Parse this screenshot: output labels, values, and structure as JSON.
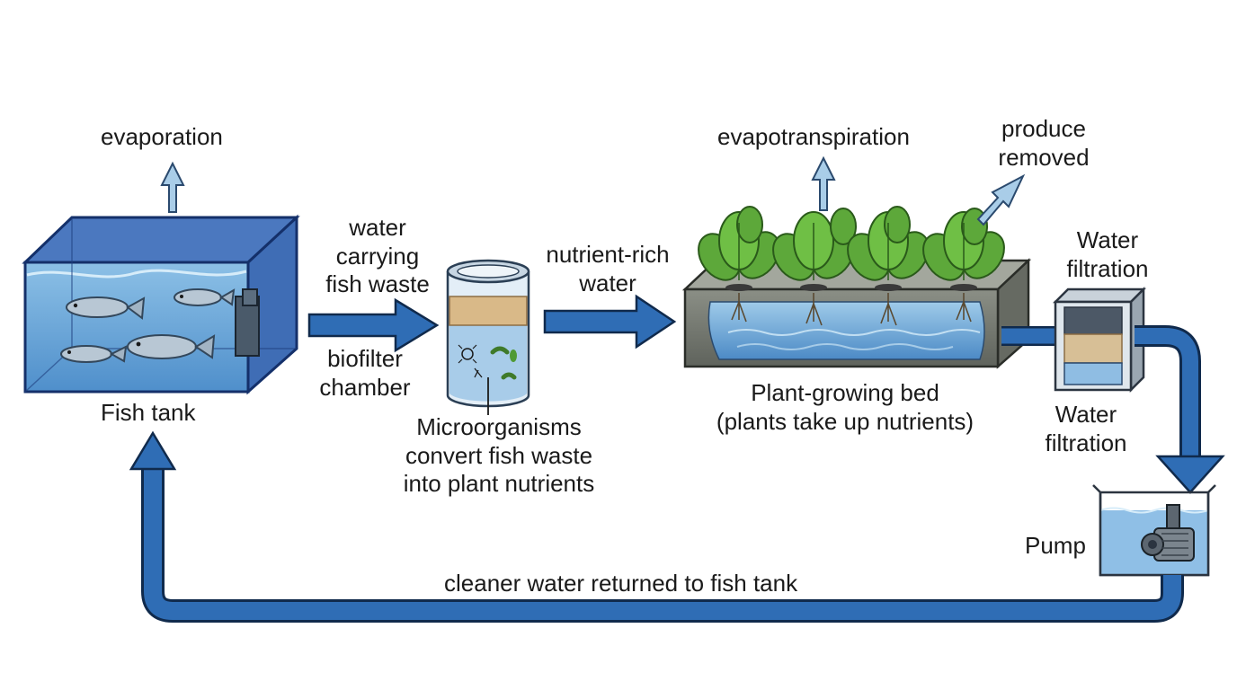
{
  "labels": {
    "evaporation": "evaporation",
    "fish_tank": "Fish tank",
    "water_carrying": [
      "water",
      "carrying",
      "fish waste"
    ],
    "biofilter_chamber": [
      "biofilter",
      "chamber"
    ],
    "microorganisms": [
      "Microorganisms",
      "convert fish waste",
      "into plant nutrients"
    ],
    "nutrient_rich": [
      "nutrient-rich",
      "water"
    ],
    "evapotranspiration": "evapotranspiration",
    "produce_removed": [
      "produce",
      "removed"
    ],
    "plant_bed": [
      "Plant-growing bed",
      "(plants take up nutrients)"
    ],
    "water_filtration_top": [
      "Water",
      "filtration"
    ],
    "water_filtration_bottom": [
      "Water",
      "filtration"
    ],
    "pump": "Pump",
    "return_flow": "cleaner water returned to fish tank"
  },
  "colors": {
    "flow_arrow": "#2f6db5",
    "flow_arrow_outline": "#102a4c",
    "tank_water": "#6fa8d8",
    "tank_frame": "#2b4f9a",
    "vapor_arrow": "#a9cde8",
    "plant_leaf": "#5da83a",
    "soil_bed": "#777b73",
    "biofilter_media": "#d9b988"
  }
}
